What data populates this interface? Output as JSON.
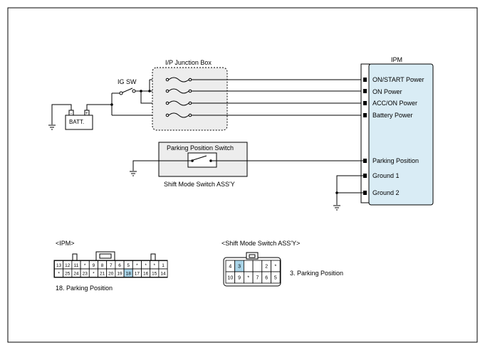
{
  "junction_box": {
    "title": "I/P Junction Box"
  },
  "ignition": {
    "label": "IG SW"
  },
  "battery": {
    "label": "BATT."
  },
  "ipm": {
    "title": "IPM",
    "pins": [
      {
        "label": "ON/START Power"
      },
      {
        "label": "ON Power"
      },
      {
        "label": "ACC/ON Power"
      },
      {
        "label": "Battery Power"
      },
      {
        "label": "Parking Position"
      },
      {
        "label": "Ground 1"
      },
      {
        "label": "Ground 2"
      }
    ]
  },
  "parking_switch": {
    "title": "Parking Position Switch",
    "assembly_label": "Shift Mode Switch ASS'Y"
  },
  "connector_ipm": {
    "title": "<IPM>",
    "row1": [
      "13",
      "12",
      "11",
      "*",
      "9",
      "8",
      "7",
      "6",
      "5",
      "*",
      "*",
      "*",
      "1"
    ],
    "row2": [
      "*",
      "25",
      "24",
      "23",
      "*",
      "21",
      "20",
      "19",
      "18",
      "17",
      "16",
      "15",
      "14"
    ],
    "highlight": "18",
    "note": "18. Parking Position"
  },
  "connector_shift": {
    "title": "<Shift Mode Switch ASS'Y>",
    "row1": [
      "4",
      "3",
      "",
      "",
      "2",
      "*"
    ],
    "row2": [
      "10",
      "9",
      "*",
      "7",
      "6",
      "5"
    ],
    "highlight": "3",
    "note": "3. Parking Position"
  },
  "colors": {
    "ipm_fill": "#d9ecf5",
    "box_fill": "#e8e8e8",
    "highlight": "#a9d4e8"
  }
}
